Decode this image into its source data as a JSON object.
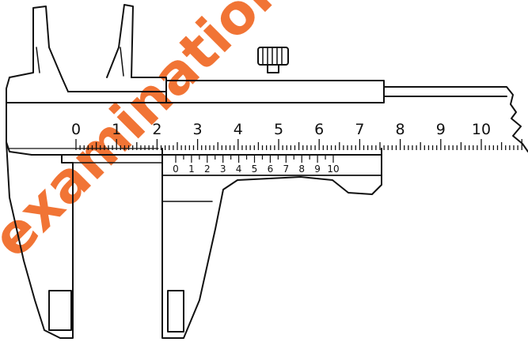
{
  "main_scale": {
    "labels": [
      "0",
      "1",
      "2",
      "3",
      "4",
      "5",
      "6",
      "7",
      "8",
      "9",
      "10"
    ]
  },
  "vernier_scale": {
    "labels": [
      "0",
      "1",
      "2",
      "3",
      "4",
      "5",
      "6",
      "7",
      "8",
      "9",
      "10"
    ]
  },
  "watermark": {
    "text": "examination",
    "color": "#f0651f"
  },
  "colors": {
    "ink": "#111111",
    "paper": "#ffffff"
  }
}
